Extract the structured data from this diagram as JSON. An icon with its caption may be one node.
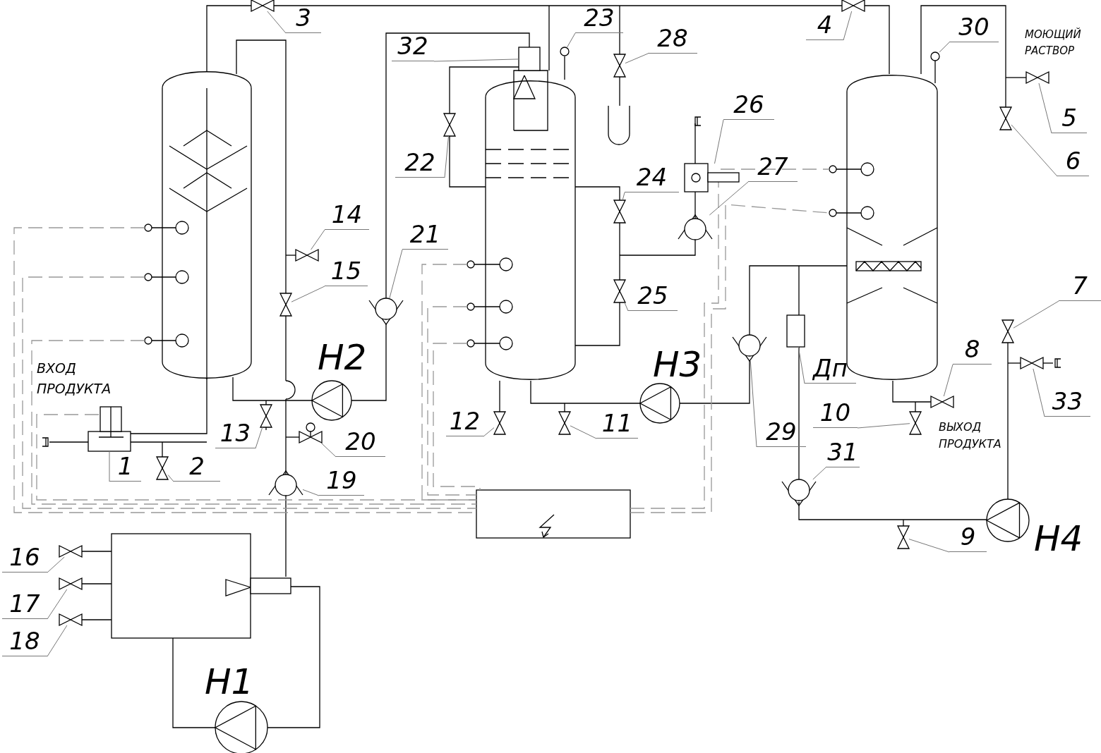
{
  "diagram": {
    "nodes": [
      {
        "text": [
          "1"
        ]
      },
      {
        "text": [
          "2"
        ]
      },
      {
        "text": [
          "3"
        ]
      },
      {
        "text": [
          "4"
        ]
      },
      {
        "text": [
          "5"
        ]
      },
      {
        "text": [
          "6"
        ]
      },
      {
        "text": [
          "7"
        ]
      },
      {
        "text": [
          "8"
        ]
      },
      {
        "text": [
          "9"
        ]
      },
      {
        "text": [
          "10"
        ]
      },
      {
        "text": [
          "11"
        ]
      },
      {
        "text": [
          "12"
        ]
      },
      {
        "text": [
          "13"
        ]
      },
      {
        "text": [
          "14"
        ]
      },
      {
        "text": [
          "15"
        ]
      },
      {
        "text": [
          "16"
        ]
      },
      {
        "text": [
          "17"
        ]
      },
      {
        "text": [
          "18"
        ]
      },
      {
        "text": [
          "19"
        ]
      },
      {
        "text": [
          "20"
        ]
      },
      {
        "text": [
          "21"
        ]
      },
      {
        "text": [
          "22"
        ]
      },
      {
        "text": [
          "23"
        ]
      },
      {
        "text": [
          "24"
        ]
      },
      {
        "text": [
          "25"
        ]
      },
      {
        "text": [
          "26"
        ]
      },
      {
        "text": [
          "27"
        ]
      },
      {
        "text": [
          "28"
        ]
      },
      {
        "text": [
          "29"
        ]
      },
      {
        "text": [
          "30"
        ]
      },
      {
        "text": [
          "31"
        ]
      },
      {
        "text": [
          "32"
        ]
      },
      {
        "text": [
          "33"
        ]
      },
      {
        "text": [
          "Дп"
        ]
      },
      {
        "text": [],
        "shape": "box"
      },
      {
        "text": [],
        "shape": "valve"
      },
      {
        "text": [],
        "shape": "valve"
      },
      {
        "text": [],
        "shape": "valve"
      },
      {
        "text": [],
        "shape": "valve"
      },
      {
        "text": [],
        "shape": "valve"
      },
      {
        "text": [],
        "shape": "valve"
      },
      {
        "text": [],
        "shape": "valve"
      },
      {
        "text": [],
        "shape": "valve"
      },
      {
        "text": [],
        "shape": "valve"
      },
      {
        "text": [],
        "shape": "valve"
      },
      {
        "text": [],
        "shape": "valve"
      },
      {
        "text": [],
        "shape": "valve"
      },
      {
        "text": [],
        "shape": "valve"
      },
      {
        "text": [],
        "shape": "valve"
      },
      {
        "text": [],
        "shape": "valve"
      },
      {
        "text": [],
        "shape": "valve"
      },
      {
        "text": [],
        "shape": "valve"
      },
      {
        "text": [],
        "shape": "valve"
      },
      {
        "text": [],
        "shape": "valve"
      },
      {
        "text": [],
        "shape": "valve"
      },
      {
        "text": [],
        "shape": "valve"
      },
      {
        "text": [],
        "shape": "circle"
      },
      {
        "text": [],
        "shape": "valve"
      },
      {
        "text": [],
        "shape": "valve"
      },
      {
        "text": [],
        "shape": "box"
      },
      {
        "text": [],
        "shape": "valve"
      },
      {
        "text": [],
        "shape": "valve"
      },
      {
        "text": [],
        "shape": "valve"
      },
      {
        "text": [],
        "shape": "circle"
      },
      {
        "text": [],
        "shape": "valve"
      },
      {
        "text": [],
        "shape": "box"
      },
      {
        "text": [],
        "shape": "valve"
      },
      {
        "text": [],
        "shape": "box"
      }
    ],
    "edges": [
      {
        "from": 0,
        "to": 34,
        "arrow": "none"
      },
      {
        "from": 1,
        "to": 35,
        "arrow": "none"
      },
      {
        "from": 2,
        "to": 36,
        "arrow": "none"
      },
      {
        "from": 3,
        "to": 37,
        "arrow": "none"
      },
      {
        "from": 4,
        "to": 38,
        "arrow": "none"
      },
      {
        "from": 5,
        "to": 39,
        "arrow": "none"
      },
      {
        "from": 6,
        "to": 40,
        "arrow": "none"
      },
      {
        "from": 7,
        "to": 41,
        "arrow": "none"
      },
      {
        "from": 8,
        "to": 42,
        "arrow": "none"
      },
      {
        "from": 9,
        "to": 43,
        "arrow": "none"
      },
      {
        "from": 10,
        "to": 44,
        "arrow": "none"
      },
      {
        "from": 11,
        "to": 45,
        "arrow": "none"
      },
      {
        "from": 12,
        "to": 46,
        "arrow": "none"
      },
      {
        "from": 13,
        "to": 47,
        "arrow": "none"
      },
      {
        "from": 14,
        "to": 48,
        "arrow": "none"
      },
      {
        "from": 15,
        "to": 49,
        "arrow": "none"
      },
      {
        "from": 16,
        "to": 50,
        "arrow": "none"
      },
      {
        "from": 17,
        "to": 51,
        "arrow": "none"
      },
      {
        "from": 18,
        "to": 52,
        "arrow": "none"
      },
      {
        "from": 19,
        "to": 53,
        "arrow": "none"
      },
      {
        "from": 20,
        "to": 54,
        "arrow": "none"
      },
      {
        "from": 21,
        "to": 55,
        "arrow": "none"
      },
      {
        "from": 22,
        "to": 56,
        "arrow": "none"
      },
      {
        "from": 23,
        "to": 57,
        "arrow": "none"
      },
      {
        "from": 24,
        "to": 58,
        "arrow": "none"
      },
      {
        "from": 25,
        "to": 59,
        "arrow": "none"
      },
      {
        "from": 26,
        "to": 60,
        "arrow": "none"
      },
      {
        "from": 27,
        "to": 61,
        "arrow": "none"
      },
      {
        "from": 28,
        "to": 62,
        "arrow": "none"
      },
      {
        "from": 29,
        "to": 63,
        "arrow": "none"
      },
      {
        "from": 30,
        "to": 64,
        "arrow": "none"
      },
      {
        "from": 31,
        "to": 65,
        "arrow": "none"
      },
      {
        "from": 32,
        "to": 66,
        "arrow": "none"
      },
      {
        "from": 33,
        "to": 67,
        "arrow": "none"
      }
    ],
    "labels": [
      "МОЮЩИЙ РАСТВОР",
      "Н2",
      "Н3",
      "ВХОД ПРОДУКТА",
      "ВЫХОД ПРОДУКТА",
      "Н4",
      "Н1"
    ]
  }
}
